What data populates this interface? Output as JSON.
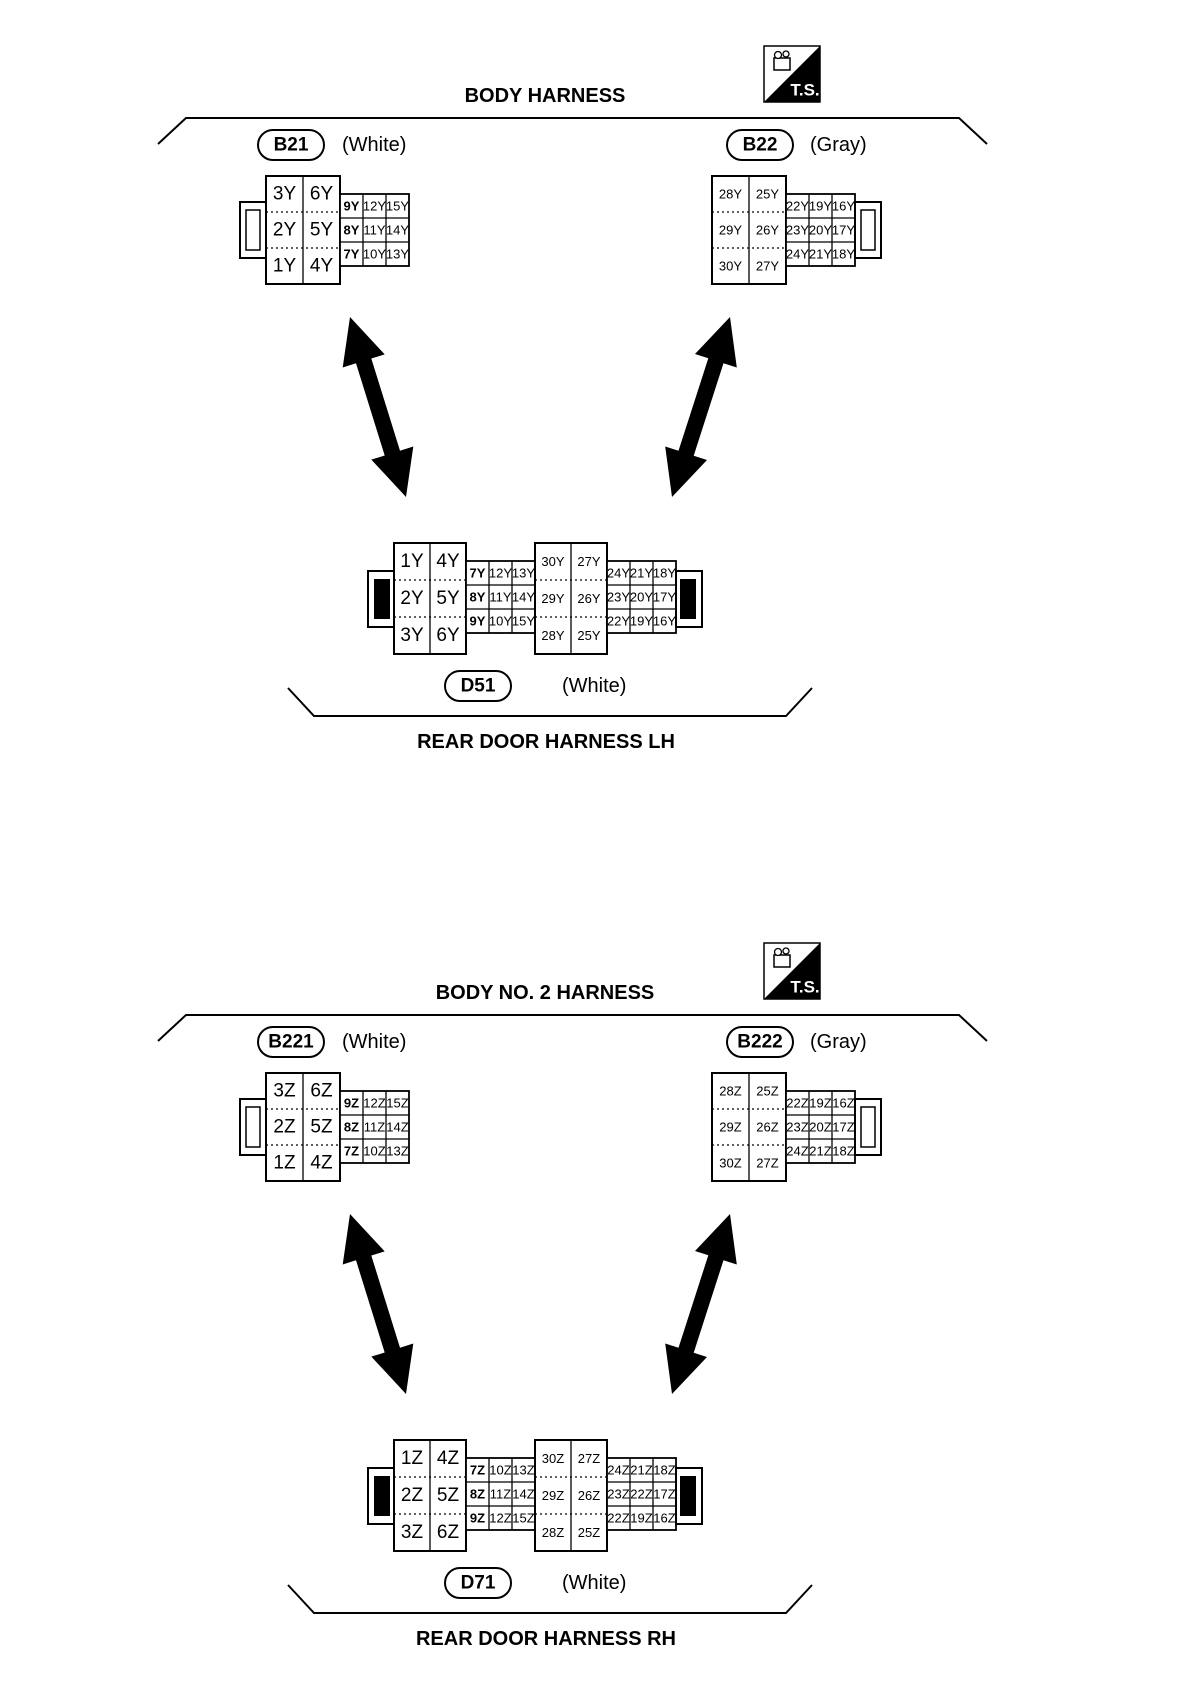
{
  "sections": [
    {
      "body_title": "BODY HARNESS",
      "door_title": "REAR DOOR HARNESS LH",
      "ts_label": "T.S.",
      "left": {
        "id": "B21",
        "color": "(White)",
        "big": [
          [
            "3Y",
            "6Y"
          ],
          [
            "2Y",
            "5Y"
          ],
          [
            "1Y",
            "4Y"
          ]
        ],
        "small": [
          [
            "9Y",
            "12Y",
            "15Y"
          ],
          [
            "8Y",
            "11Y",
            "14Y"
          ],
          [
            "7Y",
            "10Y",
            "13Y"
          ]
        ]
      },
      "right": {
        "id": "B22",
        "color": "(Gray)",
        "big": [
          [
            "28Y",
            "25Y"
          ],
          [
            "29Y",
            "26Y"
          ],
          [
            "30Y",
            "27Y"
          ]
        ],
        "small": [
          [
            "22Y",
            "19Y",
            "16Y"
          ],
          [
            "23Y",
            "20Y",
            "17Y"
          ],
          [
            "24Y",
            "21Y",
            "18Y"
          ]
        ]
      },
      "door": {
        "id": "D51",
        "color": "(White)",
        "big_left": [
          [
            "1Y",
            "4Y"
          ],
          [
            "2Y",
            "5Y"
          ],
          [
            "3Y",
            "6Y"
          ]
        ],
        "small_left": [
          [
            "7Y",
            "12Y",
            "13Y"
          ],
          [
            "8Y",
            "11Y",
            "14Y"
          ],
          [
            "9Y",
            "10Y",
            "15Y"
          ]
        ],
        "big_right": [
          [
            "30Y",
            "27Y"
          ],
          [
            "29Y",
            "26Y"
          ],
          [
            "28Y",
            "25Y"
          ]
        ],
        "small_right": [
          [
            "24Y",
            "21Y",
            "18Y"
          ],
          [
            "23Y",
            "20Y",
            "17Y"
          ],
          [
            "22Y",
            "19Y",
            "16Y"
          ]
        ]
      }
    },
    {
      "body_title": "BODY NO. 2 HARNESS",
      "door_title": "REAR DOOR HARNESS RH",
      "ts_label": "T.S.",
      "left": {
        "id": "B221",
        "color": "(White)",
        "big": [
          [
            "3Z",
            "6Z"
          ],
          [
            "2Z",
            "5Z"
          ],
          [
            "1Z",
            "4Z"
          ]
        ],
        "small": [
          [
            "9Z",
            "12Z",
            "15Z"
          ],
          [
            "8Z",
            "11Z",
            "14Z"
          ],
          [
            "7Z",
            "10Z",
            "13Z"
          ]
        ]
      },
      "right": {
        "id": "B222",
        "color": "(Gray)",
        "big": [
          [
            "28Z",
            "25Z"
          ],
          [
            "29Z",
            "26Z"
          ],
          [
            "30Z",
            "27Z"
          ]
        ],
        "small": [
          [
            "22Z",
            "19Z",
            "16Z"
          ],
          [
            "23Z",
            "20Z",
            "17Z"
          ],
          [
            "24Z",
            "21Z",
            "18Z"
          ]
        ]
      },
      "door": {
        "id": "D71",
        "color": "(White)",
        "big_left": [
          [
            "1Z",
            "4Z"
          ],
          [
            "2Z",
            "5Z"
          ],
          [
            "3Z",
            "6Z"
          ]
        ],
        "small_left": [
          [
            "7Z",
            "10Z",
            "13Z"
          ],
          [
            "8Z",
            "11Z",
            "14Z"
          ],
          [
            "9Z",
            "12Z",
            "15Z"
          ]
        ],
        "big_right": [
          [
            "30Z",
            "27Z"
          ],
          [
            "29Z",
            "26Z"
          ],
          [
            "28Z",
            "25Z"
          ]
        ],
        "small_right": [
          [
            "24Z",
            "21Z",
            "18Z"
          ],
          [
            "23Z",
            "22Z",
            "17Z"
          ],
          [
            "22Z",
            "19Z",
            "16Z"
          ]
        ]
      }
    }
  ]
}
